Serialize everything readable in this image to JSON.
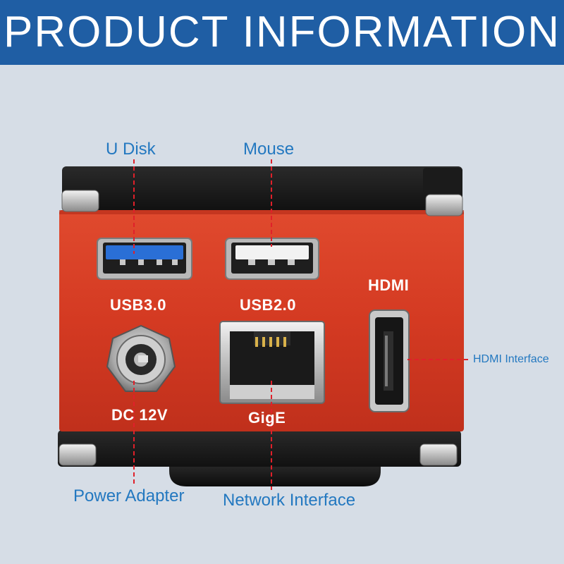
{
  "banner": {
    "title": "PRODUCT INFORMATION"
  },
  "callouts": {
    "u_disk": "U Disk",
    "mouse": "Mouse",
    "hdmi_interface": "HDMI Interface",
    "power_adapter": "Power Adapter",
    "network_interface": "Network Interface"
  },
  "ports": {
    "usb3": "USB3.0",
    "usb2": "USB2.0",
    "hdmi": "HDMI",
    "dc": "DC 12V",
    "gige": "GigE"
  },
  "colors": {
    "banner": "#1f5ea4",
    "background": "#d6dde6",
    "callout_text": "#2378c0",
    "leader_line": "#e0202a",
    "body_red": "#d63a24",
    "usb3_blue": "#2a6fd6"
  },
  "icons": [
    "usb3-port-icon",
    "usb2-port-icon",
    "hdmi-port-icon",
    "dc-jack-icon",
    "rj45-port-icon"
  ]
}
